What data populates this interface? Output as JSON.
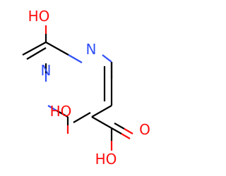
{
  "diagram": {
    "type": "skeletal-structure",
    "atom_labels": {
      "top_hydroxyl": "HO",
      "ring_nitrogen_upper": "N",
      "ring_nitrogen_lower": "N",
      "lower_hydroxyl": "HO",
      "carbonyl_oxygen": "O",
      "acid_hydroxyl": "HO"
    },
    "colors": {
      "oxygen": "#ff0d0d",
      "nitrogen": "#3050f8",
      "bond": "#000000",
      "background": "#ffffff"
    }
  }
}
